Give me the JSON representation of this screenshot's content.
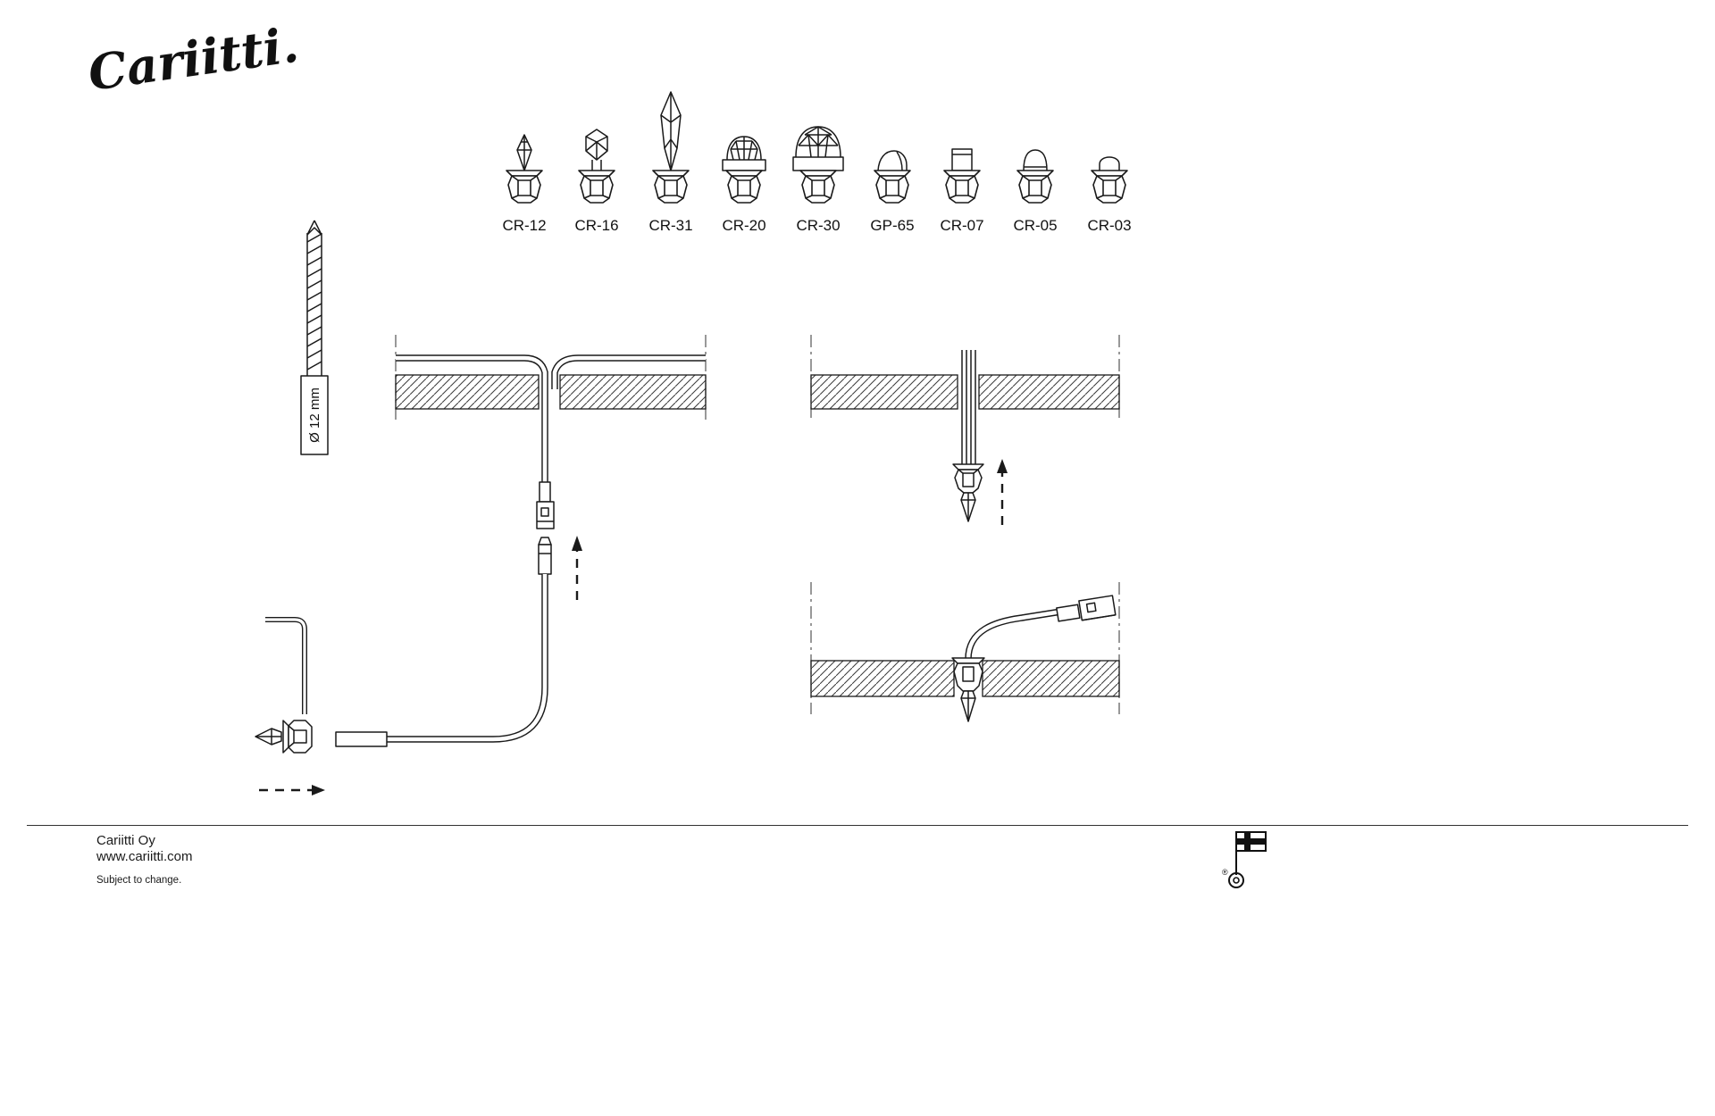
{
  "brand": {
    "logo_text": "Cariitti."
  },
  "products": [
    {
      "label": "CR-12"
    },
    {
      "label": "CR-16"
    },
    {
      "label": "CR-31"
    },
    {
      "label": "CR-20"
    },
    {
      "label": "CR-30"
    },
    {
      "label": "GP-65"
    },
    {
      "label": "CR-07"
    },
    {
      "label": "CR-05"
    },
    {
      "label": "CR-03"
    }
  ],
  "drill": {
    "diameter_label": "Ø 12 mm"
  },
  "footer": {
    "company": "Cariitti Oy",
    "website": "www.cariitti.com",
    "note": "Subject to change.",
    "origin_mark": "®"
  },
  "icons": {
    "drill": "drill-bit-icon",
    "allen_key": "allen-key-icon",
    "origin": "key-flag-icon",
    "crystal_products": [
      "CR-12",
      "CR-16",
      "CR-31",
      "CR-20",
      "CR-30",
      "GP-65",
      "CR-07",
      "CR-05",
      "CR-03"
    ]
  },
  "colors": {
    "ink": "#1a1a1a",
    "background": "#ffffff"
  }
}
